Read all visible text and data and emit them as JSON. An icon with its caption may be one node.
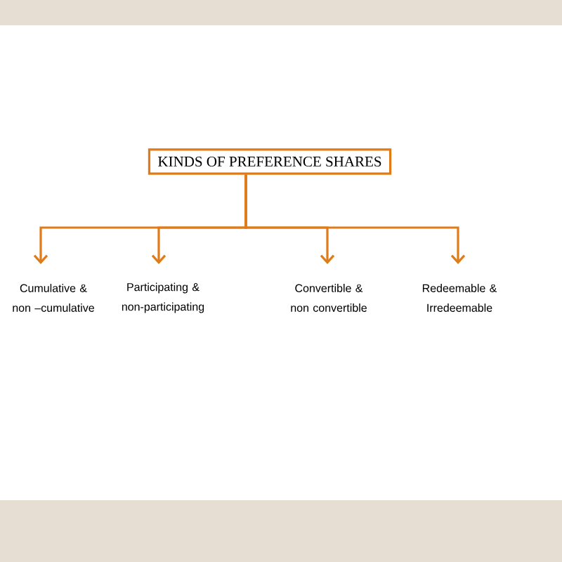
{
  "diagram": {
    "nodes": [
      {
        "text": [
          "KINDS OF PREFERENCE SHARES"
        ]
      },
      {
        "text": [
          "Cumulative & non –cumulative"
        ]
      },
      {
        "text": [
          "Participating & non-participating"
        ]
      },
      {
        "text": [
          "Convertible & non convertible"
        ]
      },
      {
        "text": [
          "Redeemable & Irredeemable"
        ]
      }
    ],
    "edges": [
      {
        "from": 0,
        "to": 1,
        "arrow": "to"
      },
      {
        "from": 0,
        "to": 2,
        "arrow": "to"
      },
      {
        "from": 0,
        "to": 3,
        "arrow": "to"
      },
      {
        "from": 0,
        "to": 4,
        "arrow": "to"
      }
    ]
  }
}
